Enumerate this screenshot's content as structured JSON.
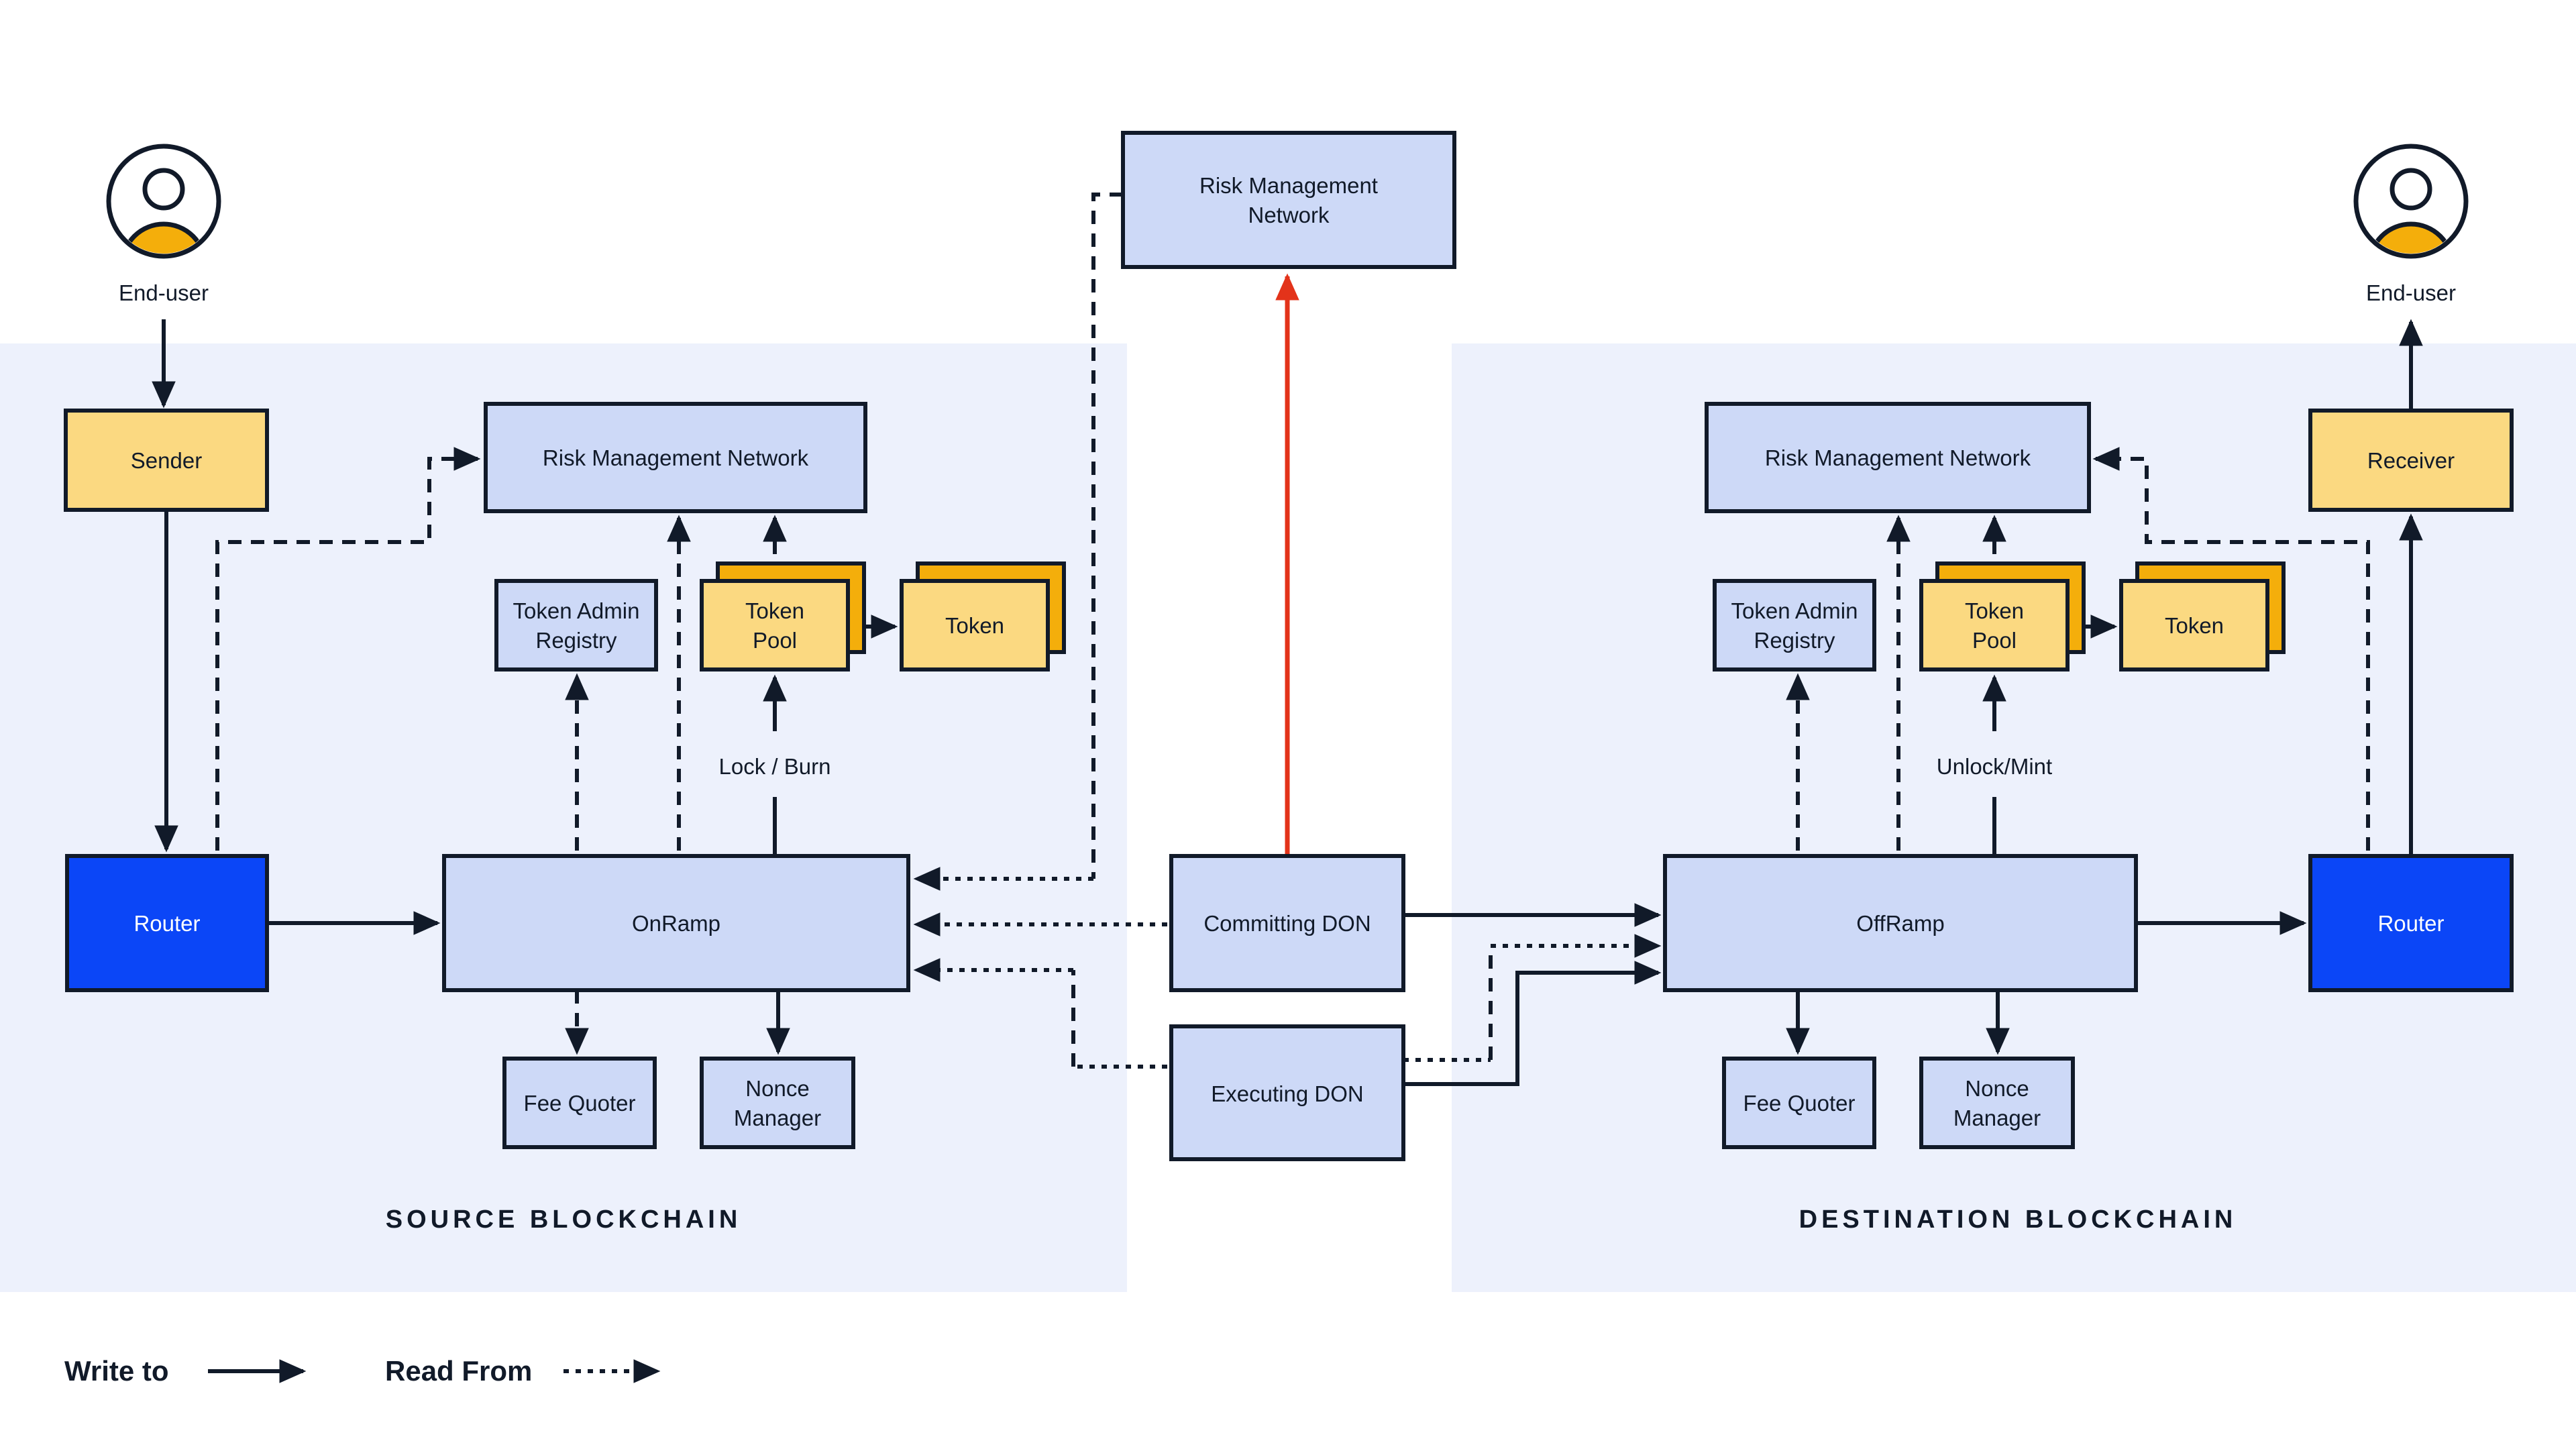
{
  "colors": {
    "background": "#ffffff",
    "panel": "#edf1fc",
    "node_fill": "#cdd9f7",
    "accent_yellow": "#fbd981",
    "accent_amber": "#f4ae0b",
    "router_blue": "#0b46f7",
    "ink": "#111a29",
    "alert_red": "#e3331a",
    "text_on_blue": "#ffffff"
  },
  "legend": {
    "write_to": "Write to",
    "read_from": "Read From"
  },
  "top_risk_network": {
    "line1": "Risk Management",
    "line2": "Network"
  },
  "center": {
    "committing_don": "Committing DON",
    "executing_don": "Executing DON"
  },
  "source_chain": {
    "section_label": "SOURCE BLOCKCHAIN",
    "end_user": "End-user",
    "sender": "Sender",
    "router": "Router",
    "risk_management_network": "Risk Management Network",
    "token_admin_registry": {
      "line1": "Token Admin",
      "line2": "Registry"
    },
    "token_pool": {
      "line1": "Token",
      "line2": "Pool"
    },
    "token": "Token",
    "lock_burn": "Lock / Burn",
    "onramp": "OnRamp",
    "fee_quoter": "Fee Quoter",
    "nonce_manager": {
      "line1": "Nonce",
      "line2": "Manager"
    }
  },
  "destination_chain": {
    "section_label": "DESTINATION BLOCKCHAIN",
    "end_user": "End-user",
    "receiver": "Receiver",
    "router": "Router",
    "risk_management_network": "Risk Management Network",
    "token_admin_registry": {
      "line1": "Token Admin",
      "line2": "Registry"
    },
    "token_pool": {
      "line1": "Token",
      "line2": "Pool"
    },
    "token": "Token",
    "unlock_mint": "Unlock/Mint",
    "offramp": "OffRamp",
    "fee_quoter": "Fee Quoter",
    "nonce_manager": {
      "line1": "Nonce",
      "line2": "Manager"
    }
  }
}
